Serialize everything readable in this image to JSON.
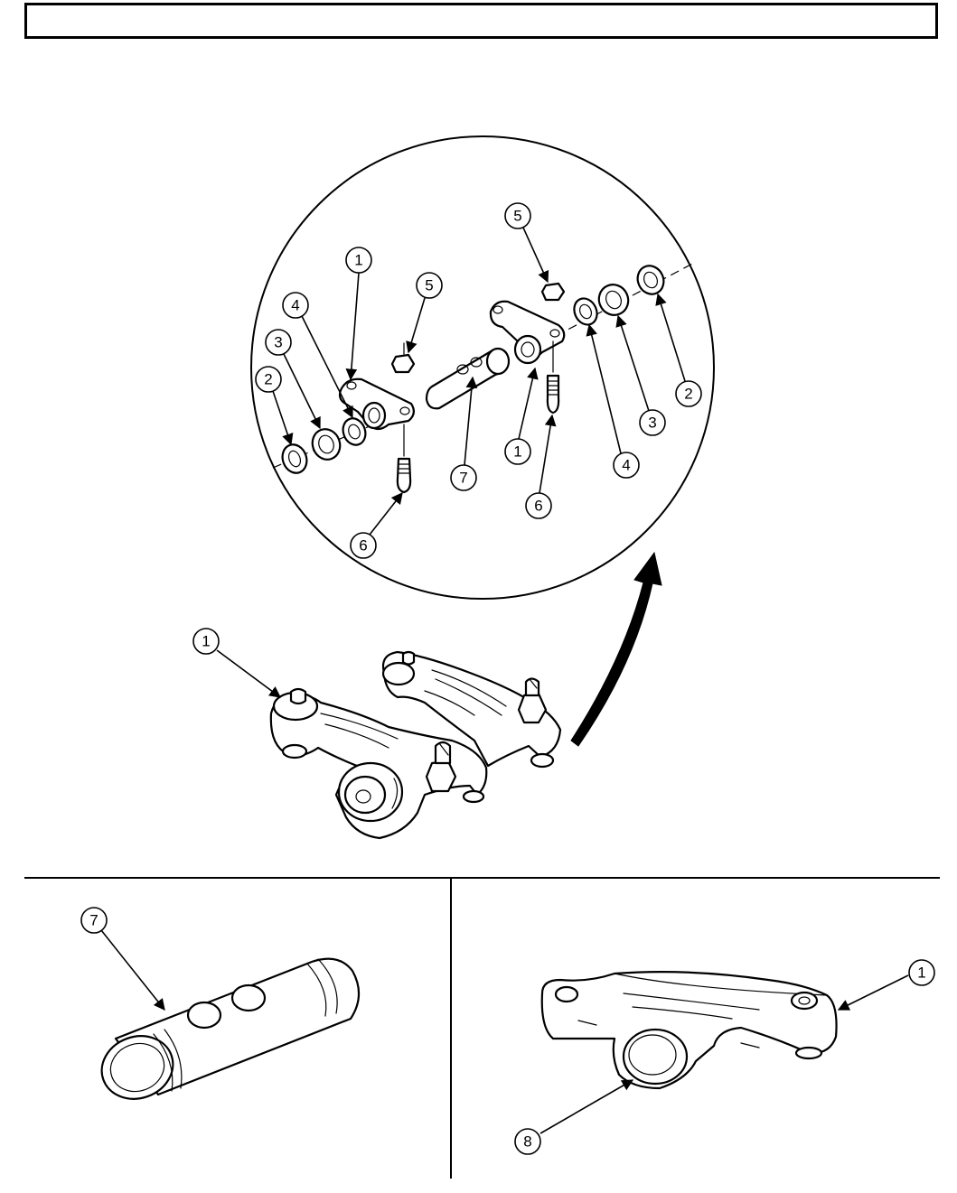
{
  "header": {
    "title": ""
  },
  "colors": {
    "ink": "#000000",
    "paper": "#ffffff"
  },
  "callouts": {
    "detail": [
      {
        "id": "d-1a",
        "label": "1"
      },
      {
        "id": "d-5a",
        "label": "5"
      },
      {
        "id": "d-4a",
        "label": "4"
      },
      {
        "id": "d-3a",
        "label": "3"
      },
      {
        "id": "d-2a",
        "label": "2"
      },
      {
        "id": "d-7",
        "label": "7"
      },
      {
        "id": "d-6a",
        "label": "6"
      },
      {
        "id": "d-5b",
        "label": "5"
      },
      {
        "id": "d-1b",
        "label": "1"
      },
      {
        "id": "d-6b",
        "label": "6"
      },
      {
        "id": "d-4b",
        "label": "4"
      },
      {
        "id": "d-3b",
        "label": "3"
      },
      {
        "id": "d-2b",
        "label": "2"
      }
    ],
    "assembly": {
      "label": "1"
    },
    "shaft": {
      "label": "7"
    },
    "rocker_arm": {
      "label": "1"
    },
    "bore": {
      "label": "8"
    }
  }
}
